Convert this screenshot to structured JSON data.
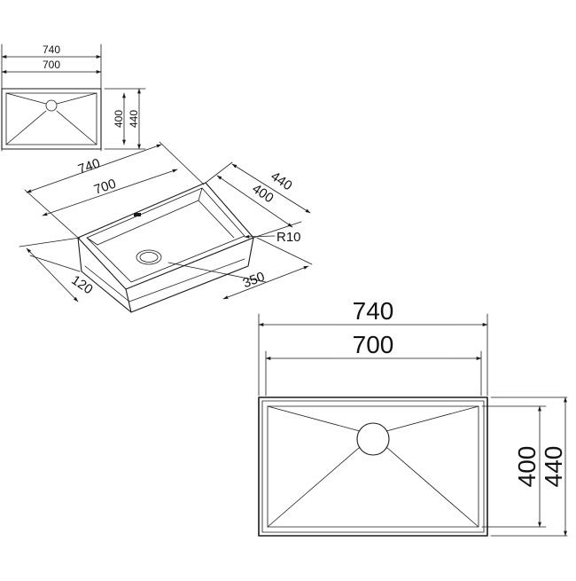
{
  "small_view": {
    "overall_width": "740",
    "inner_width": "700",
    "inner_depth": "400",
    "overall_depth": "440"
  },
  "iso_view": {
    "overall_width": "740",
    "inner_width": "700",
    "overall_depth": "440",
    "inner_depth": "400",
    "corner_radius": "R10",
    "drain_offset": "350",
    "bowl_height": "120"
  },
  "large_view": {
    "overall_width": "740",
    "inner_width": "700",
    "inner_depth": "400",
    "overall_depth": "440"
  }
}
